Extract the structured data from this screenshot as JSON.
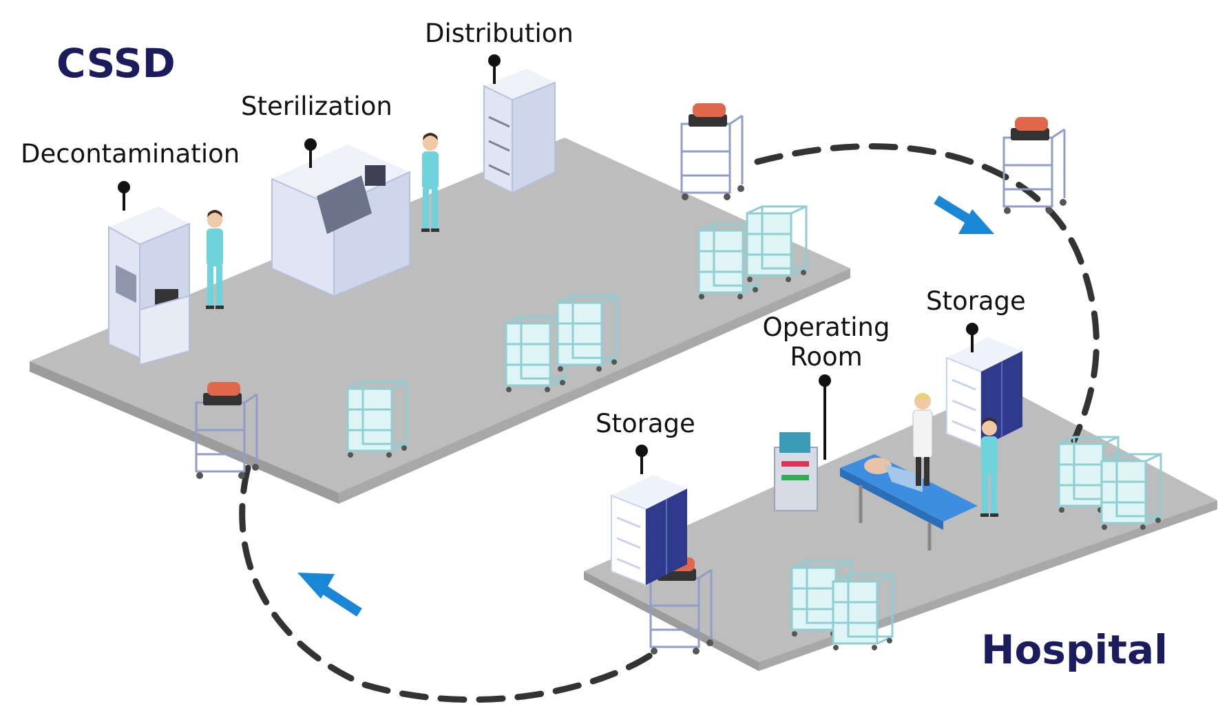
{
  "titles": {
    "cssd": "CSSD",
    "hospital": "Hospital"
  },
  "stations": {
    "distribution": "Distribution",
    "sterilization": "Sterilization",
    "decontamination": "Decontamination",
    "storage_right": "Storage",
    "operating_room": "Operating Room",
    "storage_left": "Storage"
  },
  "colors": {
    "title": "#1b1c5e",
    "floor": "#b9b9b9",
    "floor_edge": "#9a9a9a",
    "arrow": "#1a86d6",
    "loop": "#333333",
    "cart": "#a9d9dc",
    "cabinet_door": "#2e3a8c",
    "staff": "#6fd3dc"
  },
  "icons": [
    "pin-icon",
    "flow-arrow-icon",
    "cart-icon",
    "transport-cart-icon",
    "cabinet-icon",
    "person-icon"
  ]
}
